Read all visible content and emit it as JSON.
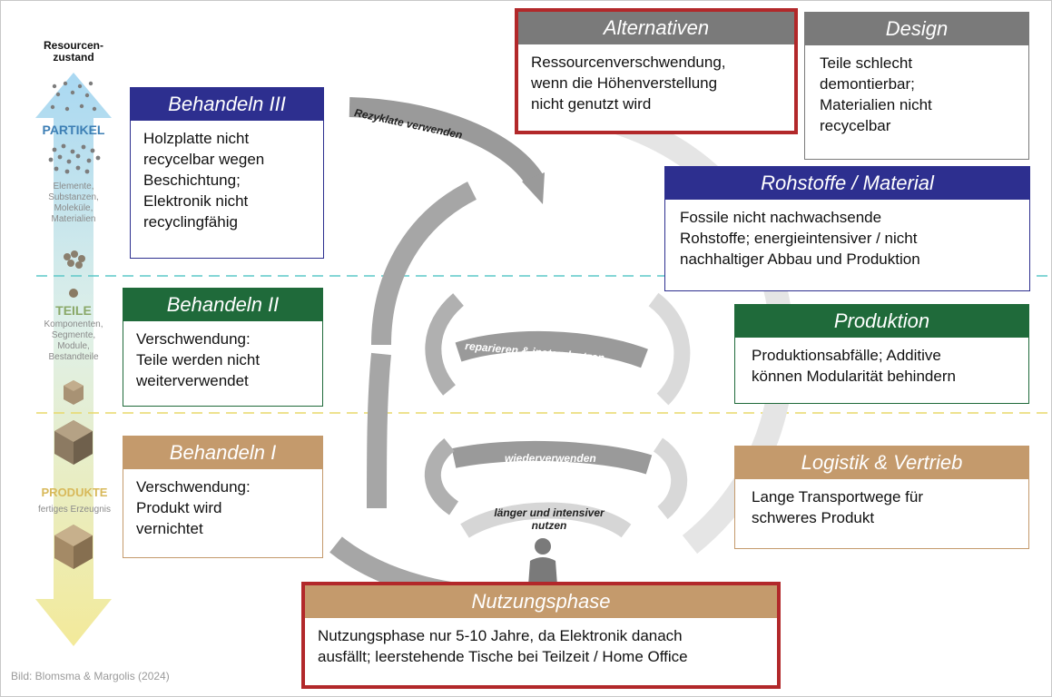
{
  "scale": {
    "title_line1": "Resourcen-",
    "title_line2": "zustand",
    "partikel_label": "PARTIKEL",
    "partikel_desc": [
      "Elemente,",
      "Substanzen,",
      "Moleküle,",
      "Materialien"
    ],
    "teile_label": "TEILE",
    "teile_desc": [
      "Komponenten,",
      "Segmente,",
      "Module,",
      "Bestandteile"
    ],
    "produkte_label": "PRODUKTE",
    "produkte_desc": "fertiges Erzeugnis"
  },
  "loops": {
    "rezyklate": "Rezyklate verwenden",
    "reparieren": "reparieren & instandsetzen",
    "wiederverwenden": "wiederverwenden",
    "laenger_line1": "länger und intensiver",
    "laenger_line2": "nutzen"
  },
  "boxes": {
    "behandeln3": {
      "title": "Behandeln III",
      "text": [
        "Holzplatte nicht",
        "recycelbar wegen",
        "Beschichtung;",
        "Elektronik nicht",
        "recyclingfähig"
      ]
    },
    "behandeln2": {
      "title": "Behandeln II",
      "text": [
        "Verschwendung:",
        "Teile werden nicht",
        "weiterverwendet"
      ]
    },
    "behandeln1": {
      "title": "Behandeln I",
      "text": [
        "Verschwendung:",
        "Produkt wird",
        "vernichtet"
      ]
    },
    "alternativen": {
      "title": "Alternativen",
      "text": [
        "Ressourcenverschwendung,",
        "wenn die Höhenverstellung",
        "nicht genutzt wird"
      ]
    },
    "design": {
      "title": "Design",
      "text": [
        "Teile schlecht",
        "demontierbar;",
        "Materialien nicht",
        "recycelbar"
      ]
    },
    "rohstoffe": {
      "title": "Rohstoffe / Material",
      "text": [
        "Fossile nicht nachwachsende",
        "Rohstoffe; energieintensiver / nicht",
        "nachhaltiger Abbau und Produktion"
      ]
    },
    "produktion": {
      "title": "Produktion",
      "text": [
        "Produktionsabfälle; Additive",
        "können Modularität behindern"
      ]
    },
    "logistik": {
      "title": "Logistik & Vertrieb",
      "text": [
        "Lange Transportwege für",
        "schweres Produkt"
      ]
    },
    "nutzungsphase": {
      "title": "Nutzungsphase",
      "text": [
        "Nutzungsphase nur 5-10 Jahre, da Elektronik danach",
        "ausfällt; leerstehende Tische bei Teilzeit / Home Office"
      ]
    }
  },
  "credit": "Bild: Blomsma & Margolis (2024)",
  "colors": {
    "blue": "#2d2f8f",
    "green": "#1f6a3a",
    "tan": "#c49a6c",
    "grey": "#7a7a7a",
    "red": "#b2282a",
    "loop_grey": "#9a9a9a",
    "dash_cyan": "#5cc8c8",
    "dash_yellow": "#e8d86a"
  }
}
